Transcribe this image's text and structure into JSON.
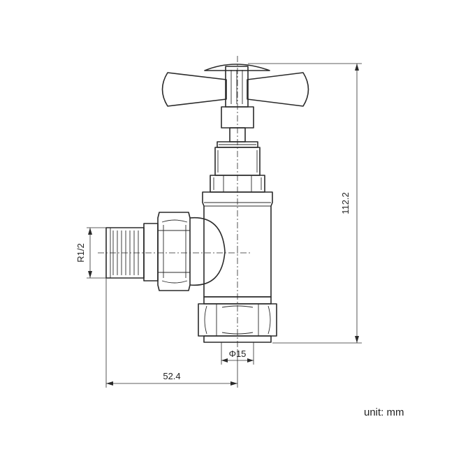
{
  "dimensions": {
    "height": "112.2",
    "thread": "R1/2",
    "diameter": "Φ15",
    "offset": "52.4"
  },
  "unit_label": "unit: mm",
  "colors": {
    "line": "#2a2a2a",
    "background": "#ffffff"
  }
}
